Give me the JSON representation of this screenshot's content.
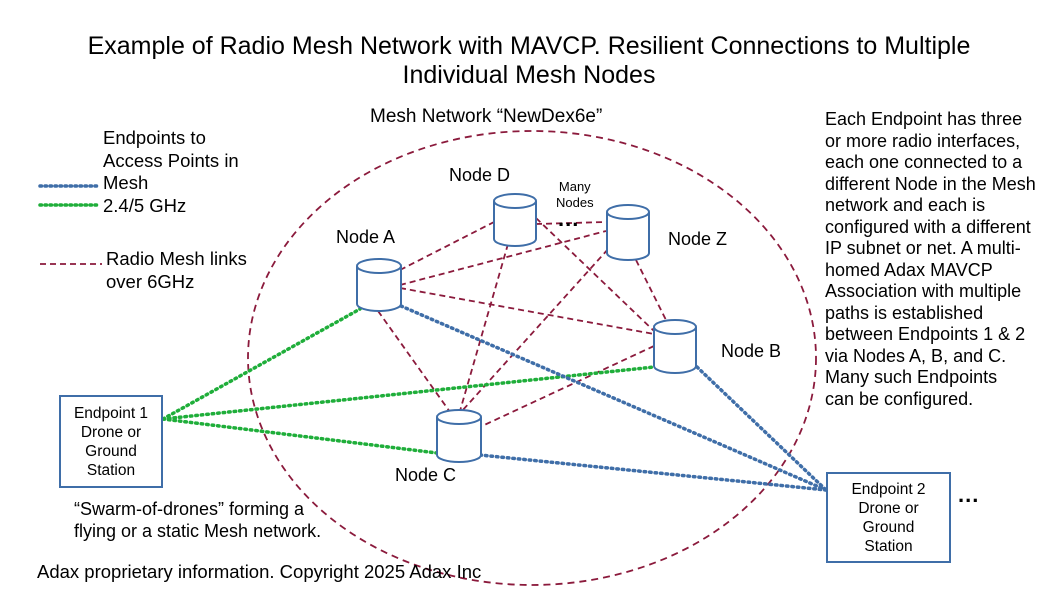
{
  "title": {
    "line1": "Example of Radio Mesh Network with MAVCP. Resilient Connections to Multiple",
    "line2": "Individual Mesh Nodes"
  },
  "mesh_network_label": "Mesh Network “NewDex6e”",
  "legend": {
    "endpoints_lines": [
      "Endpoints to",
      "Access Points in",
      "Mesh",
      "2.4/5 GHz"
    ],
    "mesh_links_lines": [
      "Radio Mesh links",
      "over 6GHz"
    ]
  },
  "nodes": {
    "a": "Node A",
    "b": "Node B",
    "c": "Node C",
    "d": "Node D",
    "z": "Node Z"
  },
  "many_nodes_lines": [
    "Many",
    "Nodes"
  ],
  "ellipsis": "...",
  "endpoint1_lines": [
    "Endpoint  1",
    "Drone or",
    "Ground",
    "Station"
  ],
  "endpoint2_lines": [
    "Endpoint 2",
    "Drone or",
    "Ground",
    "Station"
  ],
  "description_lines": [
    "Each Endpoint has three",
    "or more radio interfaces,",
    "each one connected to a",
    "different Node in the Mesh",
    "network and each is",
    "configured with a different",
    "IP subnet or net. A multi-",
    "homed Adax MAVCP",
    "Association with multiple",
    "paths is established",
    "between Endpoints 1 & 2",
    "via Nodes A, B, and C.",
    "Many such Endpoints",
    "can be configured."
  ],
  "swarm_note_lines": [
    "“Swarm-of-drones” forming a",
    "flying or a static Mesh network."
  ],
  "footer": "Adax proprietary information. Copyright 2025 Adax Inc",
  "colors": {
    "mesh_link": "#8b1a3c",
    "endpoint_link": "#3f6ea8",
    "access_link": "#1fae3a",
    "node_outline": "#3f6ea8"
  }
}
